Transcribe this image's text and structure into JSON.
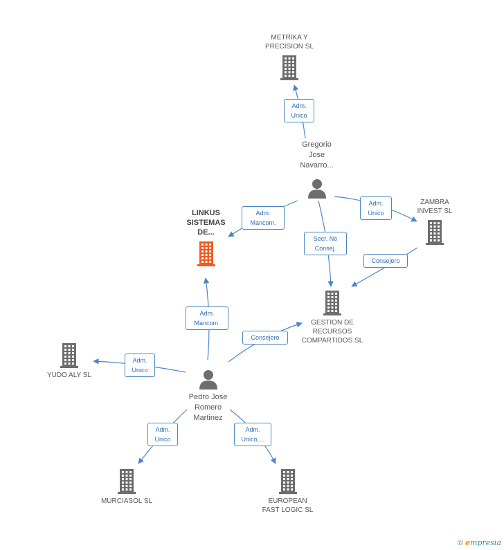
{
  "colors": {
    "link": "#4a86c7",
    "building": "#6d6d6d",
    "highlight": "#f05a23"
  },
  "companies": {
    "metrika": "METRIKA Y\nPRECISION SL",
    "linkus": "LINKUS\nSISTEMAS\nDE...",
    "zambra": "ZAMBRA\nINVEST SL",
    "gestion": "GESTION DE\nRECURSOS\nCOMPARTIDOS SL",
    "yudo": "YUDO ALY SL",
    "murciasol": "MURCIASOL SL",
    "european": "EUROPEAN\nFAST LOGIC  SL"
  },
  "persons": {
    "gregorio": "Gregorio\nJose\nNavarro...",
    "pedro": "Pedro Jose\nRomero\nMartinez"
  },
  "roles": {
    "gregorio_metrika": "Adm.\nUnico",
    "gregorio_linkus": "Adm.\nMancom.",
    "gregorio_zambra": "Adm.\nUnico",
    "gregorio_gestion": "Secr.  No\nConsej.",
    "zambra_gestion": "Consejero",
    "pedro_linkus": "Adm.\nMancom.",
    "pedro_gestion": "Consejero",
    "pedro_yudo": "Adm.\nUnico",
    "pedro_murciasol": "Adm.\nUnico",
    "pedro_european": "Adm.\nUnico,..."
  },
  "footer": {
    "copyright": "©",
    "brand_e": "e",
    "brand_rest": "mpresia"
  }
}
